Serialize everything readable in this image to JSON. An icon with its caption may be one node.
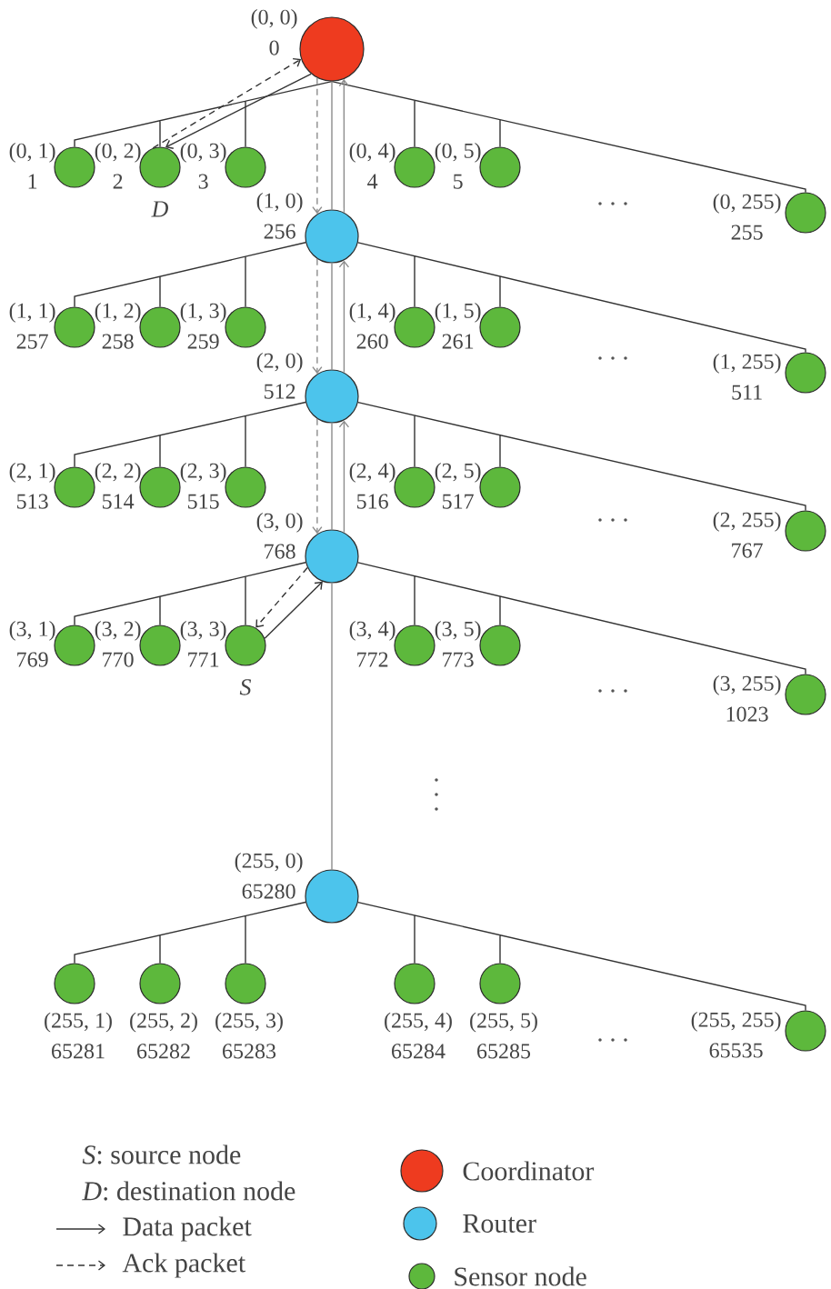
{
  "diagram": {
    "nodes": [
      {
        "text": [],
        "shape": "circle",
        "beside": [
          "(0, 0)",
          "0"
        ]
      },
      {
        "text": [],
        "shape": "circle",
        "beside": [
          "(0, 1)",
          "1"
        ]
      },
      {
        "text": [],
        "shape": "circle",
        "beside": [
          "(0, 2)",
          "2",
          "D"
        ]
      },
      {
        "text": [],
        "shape": "circle",
        "beside": [
          "(0, 3)",
          "3"
        ]
      },
      {
        "text": [],
        "shape": "circle",
        "beside": [
          "(0, 4)",
          "4"
        ]
      },
      {
        "text": [],
        "shape": "circle",
        "beside": [
          "(0, 5)",
          "5"
        ]
      },
      {
        "text": [],
        "shape": "circle",
        "beside": [
          "(0, 255)",
          "255"
        ]
      },
      {
        "text": [],
        "shape": "circle",
        "beside": [
          "(1, 0)",
          "256"
        ]
      },
      {
        "text": [],
        "shape": "circle",
        "beside": [
          "(1, 1)",
          "257"
        ]
      },
      {
        "text": [],
        "shape": "circle",
        "beside": [
          "(1, 2)",
          "258"
        ]
      },
      {
        "text": [],
        "shape": "circle",
        "beside": [
          "(1, 3)",
          "259"
        ]
      },
      {
        "text": [],
        "shape": "circle",
        "beside": [
          "(1, 4)",
          "260"
        ]
      },
      {
        "text": [],
        "shape": "circle",
        "beside": [
          "(1, 5)",
          "261"
        ]
      },
      {
        "text": [],
        "shape": "circle",
        "beside": [
          "(1, 255)",
          "511"
        ]
      },
      {
        "text": [],
        "shape": "circle",
        "beside": [
          "(2, 0)",
          "512"
        ]
      },
      {
        "text": [],
        "shape": "circle",
        "beside": [
          "(2, 1)",
          "513"
        ]
      },
      {
        "text": [],
        "shape": "circle",
        "beside": [
          "(2, 2)",
          "514"
        ]
      },
      {
        "text": [],
        "shape": "circle",
        "beside": [
          "(2, 3)",
          "515"
        ]
      },
      {
        "text": [],
        "shape": "circle",
        "beside": [
          "(2, 4)",
          "516"
        ]
      },
      {
        "text": [],
        "shape": "circle",
        "beside": [
          "(2, 5)",
          "517"
        ]
      },
      {
        "text": [],
        "shape": "circle",
        "beside": [
          "(2, 255)",
          "767"
        ]
      },
      {
        "text": [],
        "shape": "circle",
        "beside": [
          "(3, 0)",
          "768"
        ]
      },
      {
        "text": [],
        "shape": "circle",
        "beside": [
          "(3, 1)",
          "769"
        ]
      },
      {
        "text": [],
        "shape": "circle",
        "beside": [
          "(3, 2)",
          "770"
        ]
      },
      {
        "text": [],
        "shape": "circle",
        "beside": [
          "(3, 3)",
          "771",
          "S"
        ]
      },
      {
        "text": [],
        "shape": "circle",
        "beside": [
          "(3, 4)",
          "772"
        ]
      },
      {
        "text": [],
        "shape": "circle",
        "beside": [
          "(3, 5)",
          "773"
        ]
      },
      {
        "text": [],
        "shape": "circle",
        "beside": [
          "(3, 255)",
          "1023"
        ]
      },
      {
        "text": [],
        "shape": "circle",
        "beside": [
          "(255, 0)",
          "65280"
        ]
      },
      {
        "text": [],
        "shape": "circle",
        "beside": [
          "(255, 1)",
          "65281"
        ]
      },
      {
        "text": [],
        "shape": "circle",
        "beside": [
          "(255, 2)",
          "65282"
        ]
      },
      {
        "text": [],
        "shape": "circle",
        "beside": [
          "(255, 3)",
          "65283"
        ]
      },
      {
        "text": [],
        "shape": "circle",
        "beside": [
          "(255, 4)",
          "65284"
        ]
      },
      {
        "text": [],
        "shape": "circle",
        "beside": [
          "(255, 5)",
          "65285"
        ]
      },
      {
        "text": [],
        "shape": "circle",
        "beside": [
          "(255, 255)",
          "65535"
        ]
      }
    ],
    "edges": [
      {
        "from": 0,
        "to": 1,
        "arrow": "none"
      },
      {
        "from": 0,
        "to": 2,
        "arrow": "none"
      },
      {
        "from": 0,
        "to": 3,
        "arrow": "none"
      },
      {
        "from": 0,
        "to": 4,
        "arrow": "none"
      },
      {
        "from": 0,
        "to": 5,
        "arrow": "none"
      },
      {
        "from": 0,
        "to": 6,
        "arrow": "none"
      },
      {
        "from": 0,
        "to": 7,
        "arrow": "none",
        "color": "#8c8c8c"
      },
      {
        "from": 7,
        "to": 8,
        "arrow": "none"
      },
      {
        "from": 7,
        "to": 9,
        "arrow": "none"
      },
      {
        "from": 7,
        "to": 10,
        "arrow": "none"
      },
      {
        "from": 7,
        "to": 11,
        "arrow": "none"
      },
      {
        "from": 7,
        "to": 12,
        "arrow": "none"
      },
      {
        "from": 7,
        "to": 13,
        "arrow": "none"
      },
      {
        "from": 7,
        "to": 14,
        "arrow": "none",
        "color": "#8c8c8c"
      },
      {
        "from": 14,
        "to": 15,
        "arrow": "none"
      },
      {
        "from": 14,
        "to": 16,
        "arrow": "none"
      },
      {
        "from": 14,
        "to": 17,
        "arrow": "none"
      },
      {
        "from": 14,
        "to": 18,
        "arrow": "none"
      },
      {
        "from": 14,
        "to": 19,
        "arrow": "none"
      },
      {
        "from": 14,
        "to": 20,
        "arrow": "none"
      },
      {
        "from": 14,
        "to": 21,
        "arrow": "none",
        "color": "#8c8c8c"
      },
      {
        "from": 21,
        "to": 22,
        "arrow": "none"
      },
      {
        "from": 21,
        "to": 23,
        "arrow": "none"
      },
      {
        "from": 21,
        "to": 24,
        "arrow": "none"
      },
      {
        "from": 21,
        "to": 25,
        "arrow": "none"
      },
      {
        "from": 21,
        "to": 26,
        "arrow": "none"
      },
      {
        "from": 21,
        "to": 27,
        "arrow": "none"
      },
      {
        "from": 21,
        "to": 28,
        "arrow": "none",
        "color": "#8c8c8c"
      },
      {
        "from": 28,
        "to": 29,
        "arrow": "none"
      },
      {
        "from": 28,
        "to": 30,
        "arrow": "none"
      },
      {
        "from": 28,
        "to": 31,
        "arrow": "none"
      },
      {
        "from": 28,
        "to": 32,
        "arrow": "none"
      },
      {
        "from": 28,
        "to": 33,
        "arrow": "none"
      },
      {
        "from": 28,
        "to": 34,
        "arrow": "none"
      },
      {
        "from": 24,
        "to": 21,
        "arrow": "to"
      },
      {
        "from": 21,
        "to": 14,
        "arrow": "to",
        "color": "#8c8c8c"
      },
      {
        "from": 14,
        "to": 7,
        "arrow": "to",
        "color": "#8c8c8c"
      },
      {
        "from": 7,
        "to": 0,
        "arrow": "to",
        "color": "#8c8c8c"
      },
      {
        "from": 0,
        "to": 2,
        "arrow": "to"
      },
      {
        "from": 2,
        "to": 0,
        "arrow": "to",
        "style": "dashed"
      },
      {
        "from": 0,
        "to": 7,
        "arrow": "to",
        "style": "dashed",
        "color": "#8c8c8c"
      },
      {
        "from": 7,
        "to": 14,
        "arrow": "to",
        "style": "dashed",
        "color": "#8c8c8c"
      },
      {
        "from": 14,
        "to": 21,
        "arrow": "to",
        "style": "dashed",
        "color": "#8c8c8c"
      },
      {
        "from": 21,
        "to": 24,
        "arrow": "to",
        "style": "dashed"
      }
    ],
    "legend": [
      {
        "text": "*S*: source node"
      },
      {
        "text": "*D*: destination node"
      },
      {
        "text": "Data packet"
      },
      {
        "text": "Ack packet"
      },
      {
        "text": "Coordinator",
        "color": "#ee3b1f"
      },
      {
        "text": "Router",
        "color": "#4cc4ec"
      },
      {
        "text": "Sensor node",
        "color": "#5db83c"
      }
    ]
  }
}
